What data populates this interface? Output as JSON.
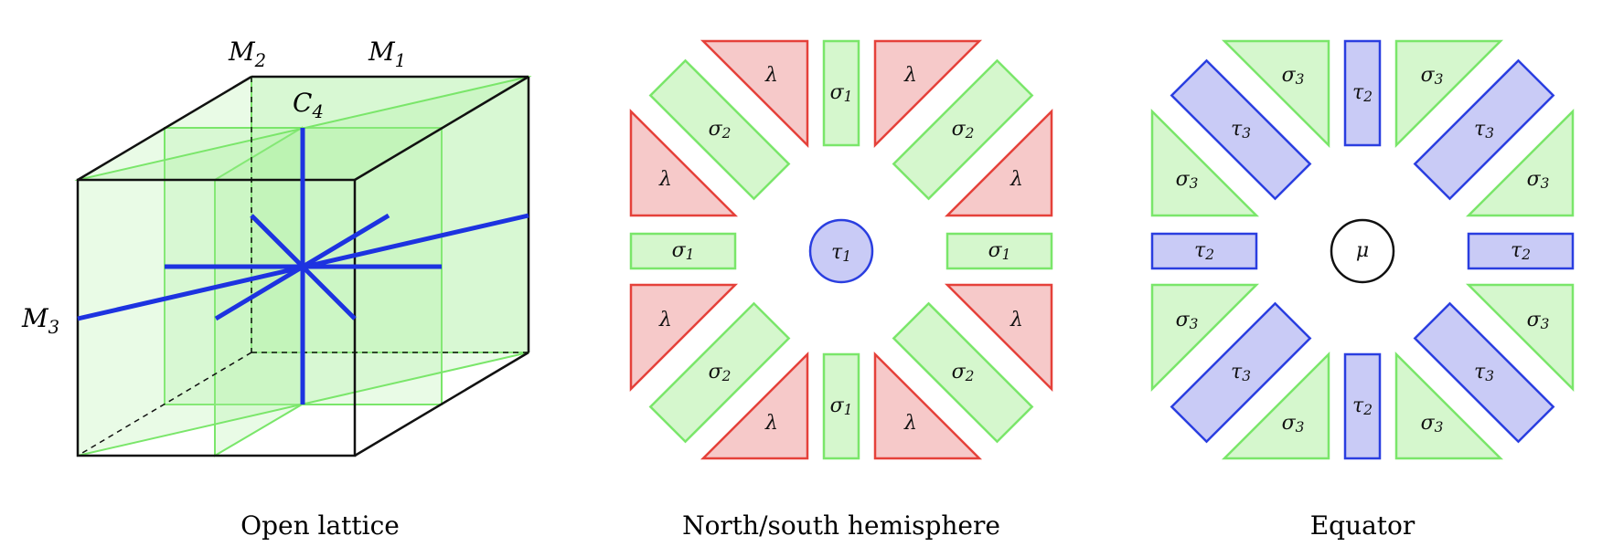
{
  "cube": {
    "label_m2": "M",
    "label_m2_sub": "2",
    "label_m1": "M",
    "label_m1_sub": "1",
    "label_c4": "C",
    "label_c4_sub": "4",
    "label_m3": "M",
    "label_m3_sub": "3",
    "caption": "Open lattice"
  },
  "hemisphere": {
    "caption": "North/south hemisphere",
    "center_glyph": "τ",
    "center_sub": "1",
    "lambda": "λ",
    "sigma": "σ",
    "sigma1_sub": "1",
    "sigma2_sub": "2"
  },
  "equator": {
    "caption": "Equator",
    "center_glyph": "μ",
    "sigma": "σ",
    "sigma3_sub": "3",
    "tau": "τ",
    "tau2_sub": "2",
    "tau3_sub": "3"
  },
  "colors": {
    "green": "#7ae66a",
    "red": "#e5413a",
    "blue": "#2a3ee0"
  }
}
